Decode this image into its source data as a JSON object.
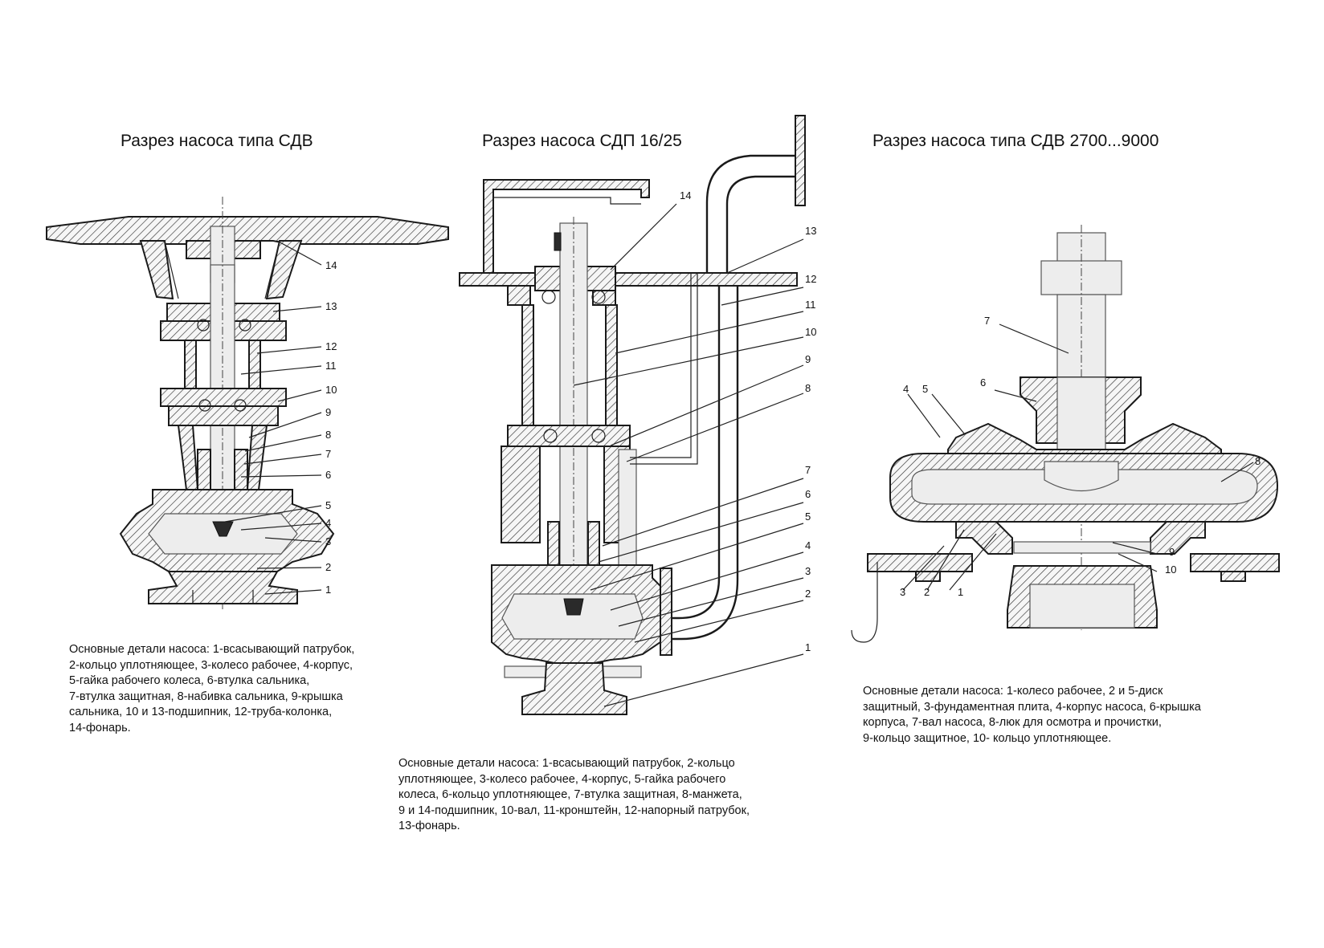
{
  "titles": {
    "left": "Разрез насоса типа СДВ",
    "center": "Разрез насоса СДП 16/25",
    "right": "Разрез насоса типа СДВ 2700...9000"
  },
  "captions": {
    "left": [
      "Основные детали насоса: 1-всасывающий патрубок,",
      "2-кольцо уплотняющее, 3-колесо рабочее, 4-корпус,",
      "5-гайка рабочего колеса, 6-втулка сальника,",
      "7-втулка защитная, 8-набивка сальника, 9-крышка",
      "сальника, 10 и 13-подшипник, 12-труба-колонка,",
      "14-фонарь."
    ],
    "center": [
      "Основные детали насоса: 1-всасывающий патрубок, 2-кольцо",
      "уплотняющее, 3-колесо рабочее, 4-корпус, 5-гайка рабочего",
      "колеса, 6-кольцо уплотняющее, 7-втулка защитная, 8-манжета,",
      "9 и 14-подшипник, 10-вал, 11-кронштейн, 12-напорный патрубок,",
      "13-фонарь."
    ],
    "right": [
      "Основные детали насоса: 1-колесо рабочее, 2 и 5-диск",
      "защитный, 3-фундаментная плита, 4-корпус насоса, 6-крышка",
      "корпуса, 7-вал насоса, 8-люк для осмотра и прочистки,",
      "9-кольцо защитное, 10- кольцо уплотняющее."
    ]
  },
  "callouts": {
    "left": [
      "14",
      "13",
      "12",
      "11",
      "10",
      "9",
      "8",
      "7",
      "6",
      "5",
      "4",
      "3",
      "2",
      "1"
    ],
    "center": [
      "14",
      "13",
      "12",
      "11",
      "10",
      "9",
      "8",
      "7",
      "6",
      "5",
      "4",
      "3",
      "2",
      "1"
    ],
    "right": [
      "7",
      "6",
      "4",
      "5",
      "8",
      "9",
      "10",
      "3",
      "2",
      "1"
    ]
  }
}
